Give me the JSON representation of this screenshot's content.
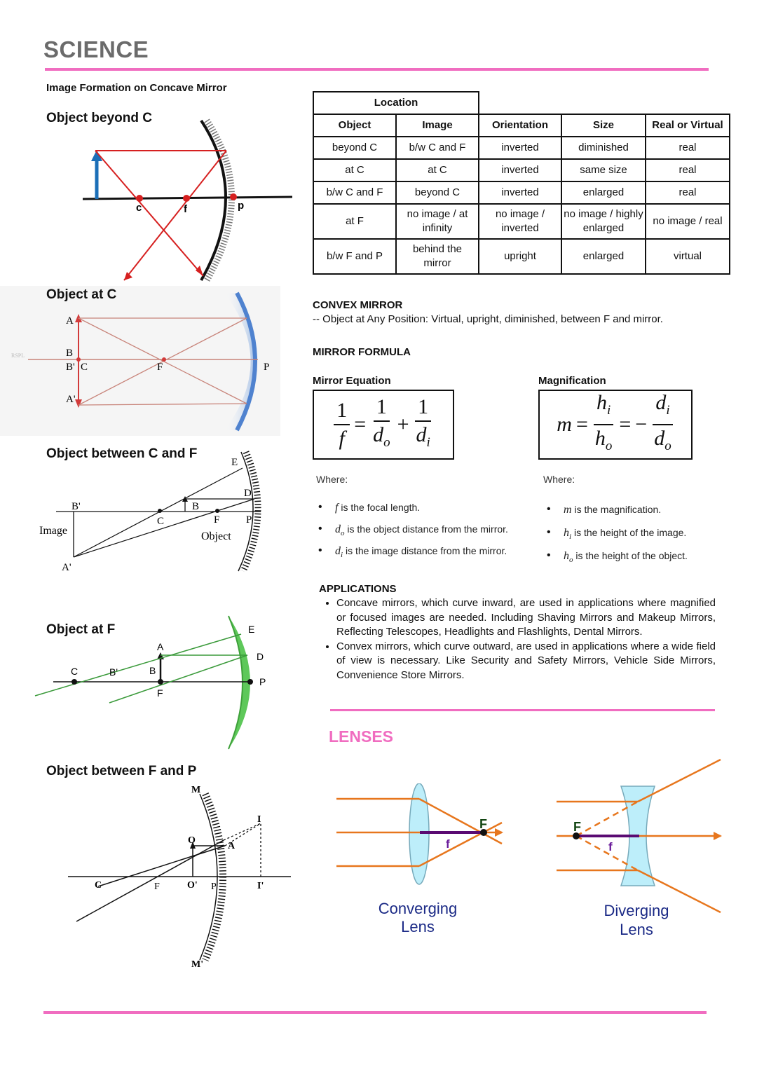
{
  "page": {
    "title": "SCIENCE",
    "accent_color": "#f06dc0"
  },
  "concave": {
    "heading": "Image Formation on Concave Mirror",
    "sections": [
      {
        "title": "Object beyond C",
        "labels": [
          "c",
          "f",
          "p"
        ]
      },
      {
        "title": "Object at C",
        "labels": [
          "A",
          "B",
          "B'",
          "C",
          "F",
          "P",
          "A'",
          "RSPL"
        ]
      },
      {
        "title": "Object between C and F",
        "labels": [
          "E",
          "D",
          "B'",
          "B",
          "C",
          "F",
          "P",
          "Image",
          "Object",
          "A'"
        ]
      },
      {
        "title": "Object at F",
        "labels": [
          "E",
          "A",
          "D",
          "C",
          "B'",
          "B",
          "P",
          "F"
        ]
      },
      {
        "title": "Object between F and P",
        "labels": [
          "M",
          "I",
          "O",
          "A",
          "C",
          "F",
          "O'",
          "P",
          "I'",
          "M'"
        ]
      }
    ]
  },
  "table": {
    "group_header": "Location",
    "columns": [
      "Object",
      "Image",
      "Orientation",
      "Size",
      "Real or Virtual"
    ],
    "rows": [
      [
        "beyond C",
        "b/w C and F",
        "inverted",
        "diminished",
        "real"
      ],
      [
        "at C",
        "at C",
        "inverted",
        "same size",
        "real"
      ],
      [
        "b/w C and F",
        "beyond C",
        "inverted",
        "enlarged",
        "real"
      ],
      [
        "at F",
        "no image / at infinity",
        "no image / inverted",
        "no image / highly enlarged",
        "no image / real"
      ],
      [
        "b/w F and P",
        "behind the mirror",
        "upright",
        "enlarged",
        "virtual"
      ]
    ]
  },
  "convex": {
    "title": "CONVEX MIRROR",
    "text": "-- Object at Any Position: Virtual, upright, diminished, between F and mirror."
  },
  "formula": {
    "title": "MIRROR FORMULA",
    "equation_label": "Mirror Equation",
    "magnification_label": "Magnification",
    "where_label": "Where:",
    "equation_items": [
      {
        "sym": "f",
        "sub": "",
        "text": "is the focal length."
      },
      {
        "sym": "d",
        "sub": "o",
        "text": "is the object distance from the mirror."
      },
      {
        "sym": "d",
        "sub": "i",
        "text": "is the image distance from the mirror."
      }
    ],
    "magnification_items": [
      {
        "sym": "m",
        "sub": "",
        "text": "is the magnification."
      },
      {
        "sym": "h",
        "sub": "i",
        "text": "is the height of the image."
      },
      {
        "sym": "h",
        "sub": "o",
        "text": "is the height of the object."
      }
    ]
  },
  "applications": {
    "title": "APPLICATIONS",
    "items": [
      "Concave mirrors, which curve inward, are used in applications where magnified or focused images are needed. Including Shaving Mirrors and Makeup Mirrors, Reflecting Telescopes, Headlights and Flashlights, Dental Mirrors.",
      "Convex mirrors, which curve outward, are used in applications where a wide field of view is necessary. Like Security and Safety Mirrors, Vehicle Side Mirrors, Convenience Store Mirrors."
    ]
  },
  "lenses": {
    "title": "LENSES",
    "converging": {
      "line1": "Converging",
      "line2": "Lens",
      "F": "F",
      "f": "f"
    },
    "diverging": {
      "line1": "Diverging",
      "line2": "Lens",
      "F": "F",
      "f": "f"
    }
  }
}
